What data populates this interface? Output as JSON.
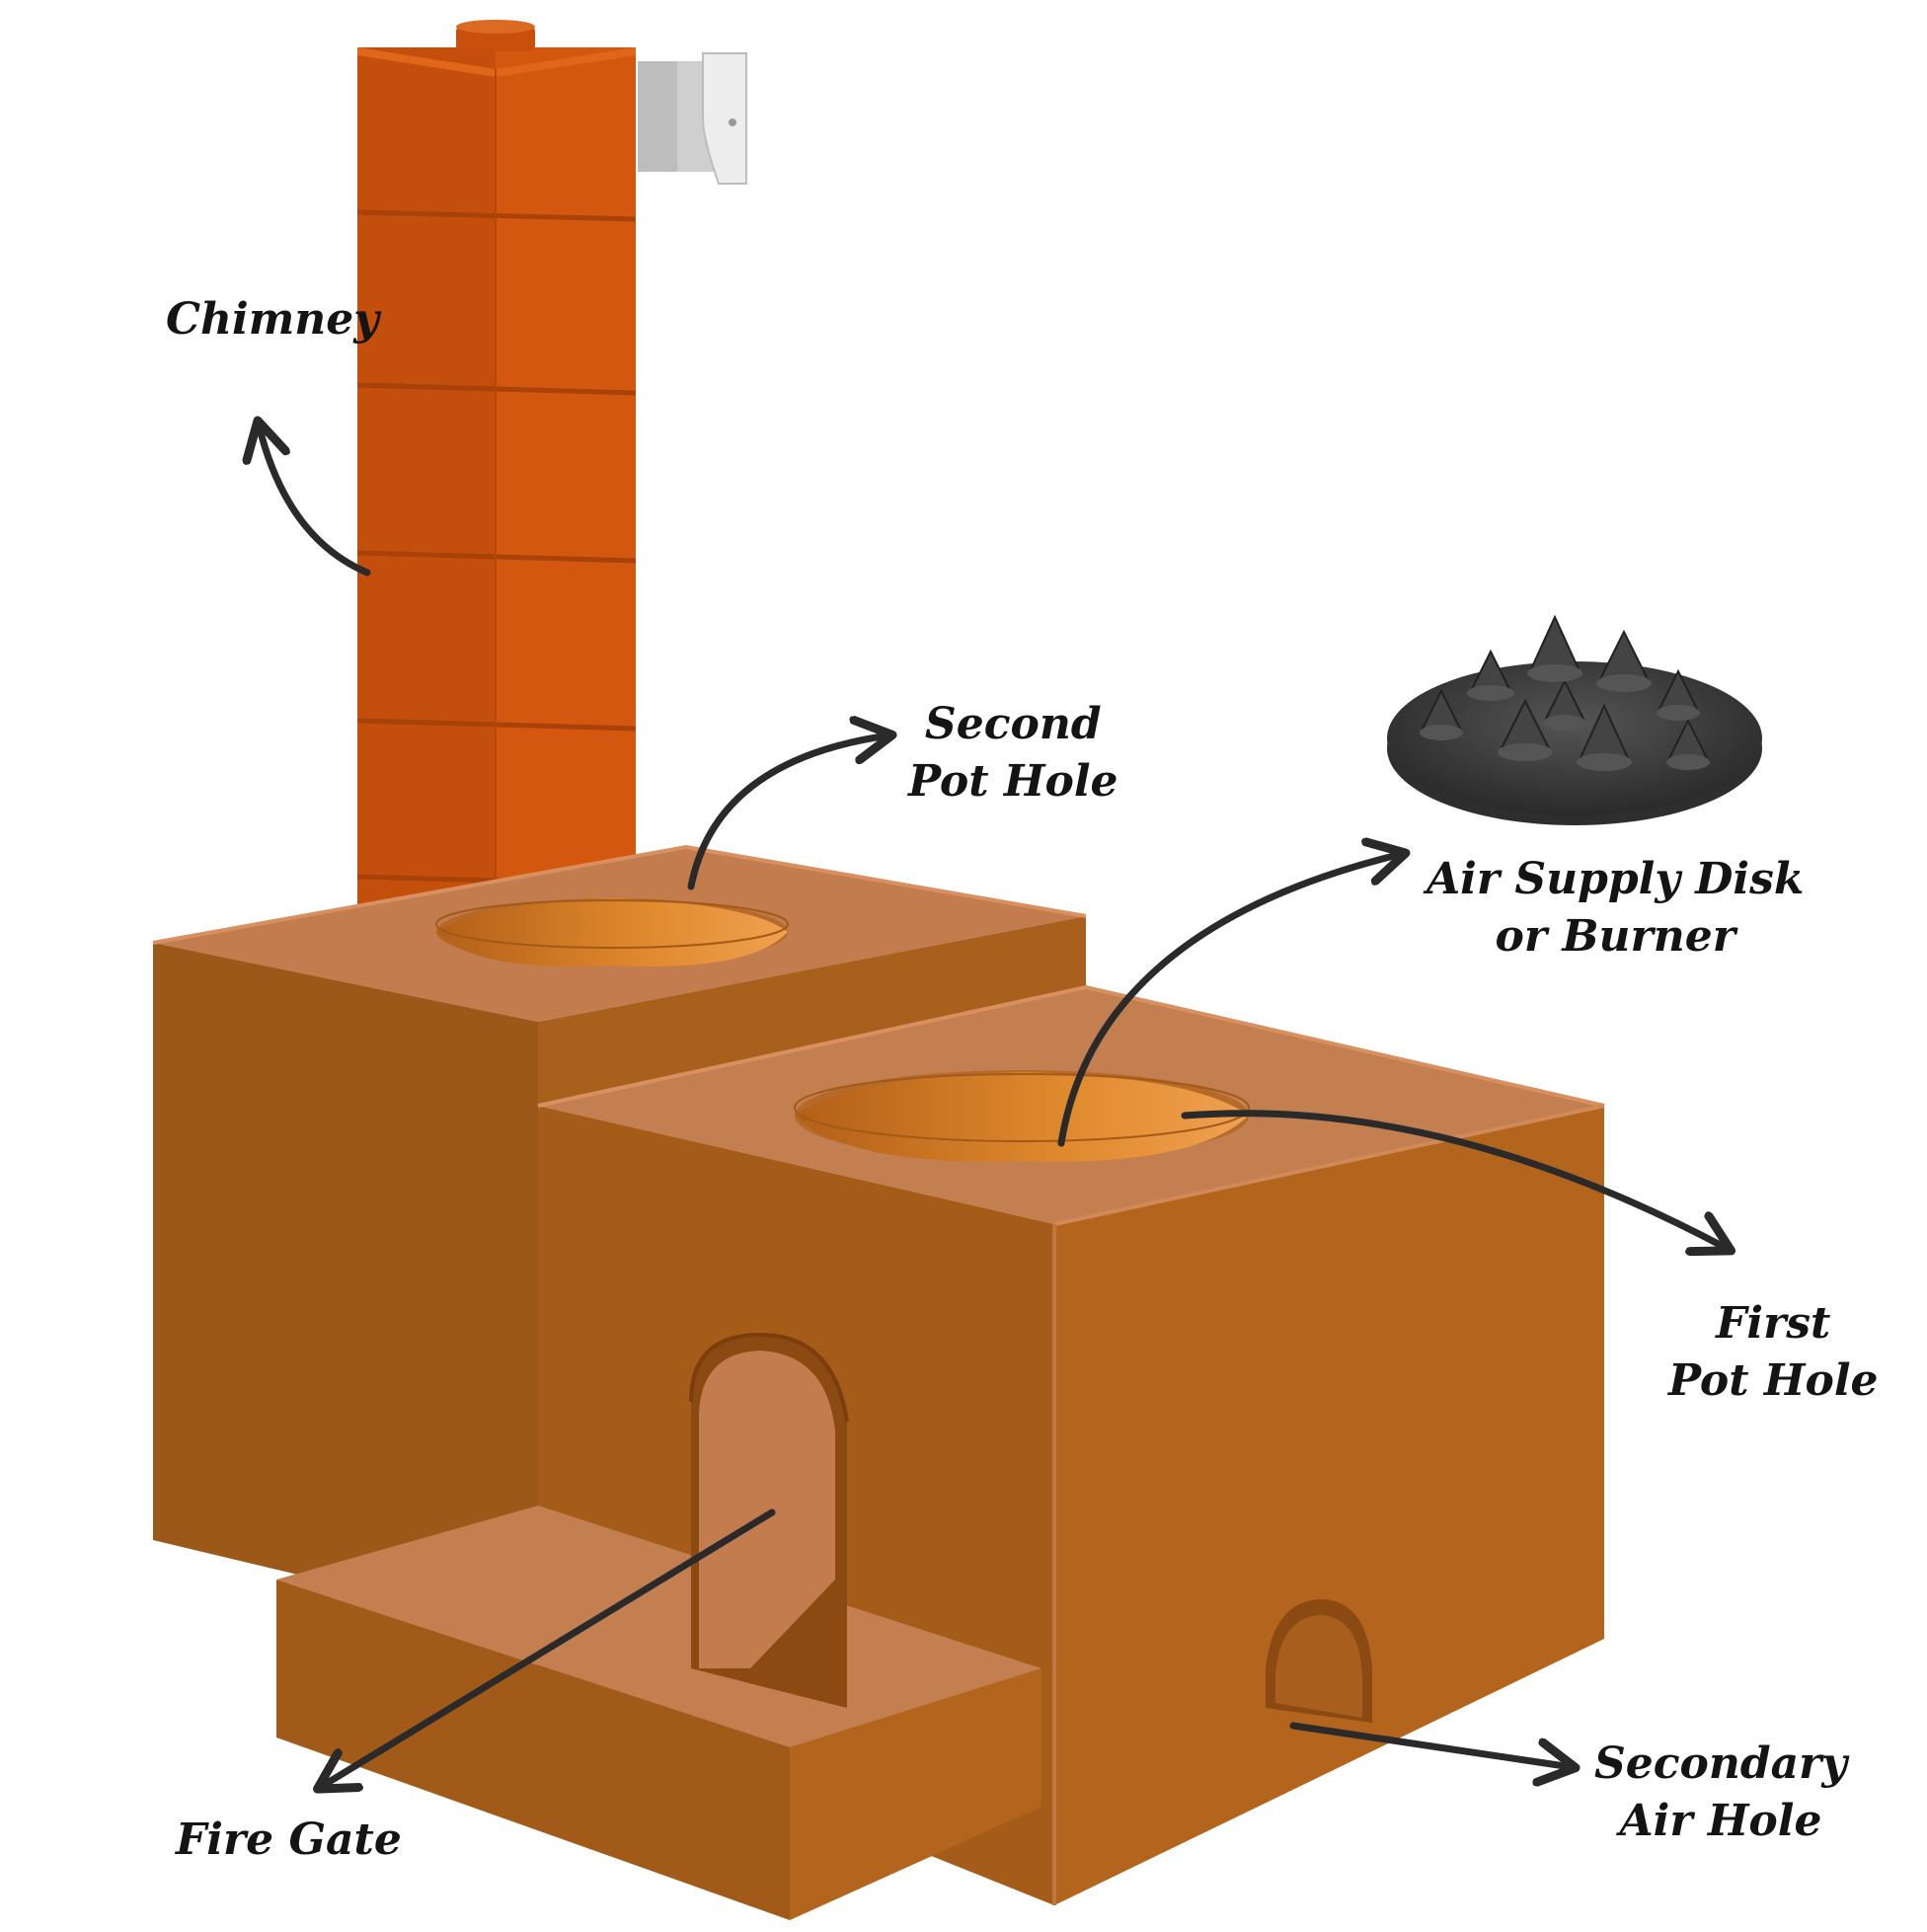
{
  "labels": {
    "chimney": "Chimney",
    "second_pot_hole": [
      "Second",
      "Pot Hole"
    ],
    "air_supply_disk": [
      "Air Supply Disk",
      "or Burner"
    ],
    "first_pot_hole": [
      "First",
      "Pot Hole"
    ],
    "fire_gate": "Fire Gate",
    "secondary_air_hole": [
      "Secondary",
      "Air Hole"
    ]
  },
  "colors": {
    "stove_top": "#C27C4E",
    "stove_front": "#B3651E",
    "stove_side": "#9B5818",
    "chimney": "#D4570F",
    "chimney_dark": "#B54A0C",
    "pot_hole": "#D97F28",
    "disk": "#3A3A3A",
    "arrow": "#2A2A2A",
    "pipe": "#D9D9D9"
  }
}
